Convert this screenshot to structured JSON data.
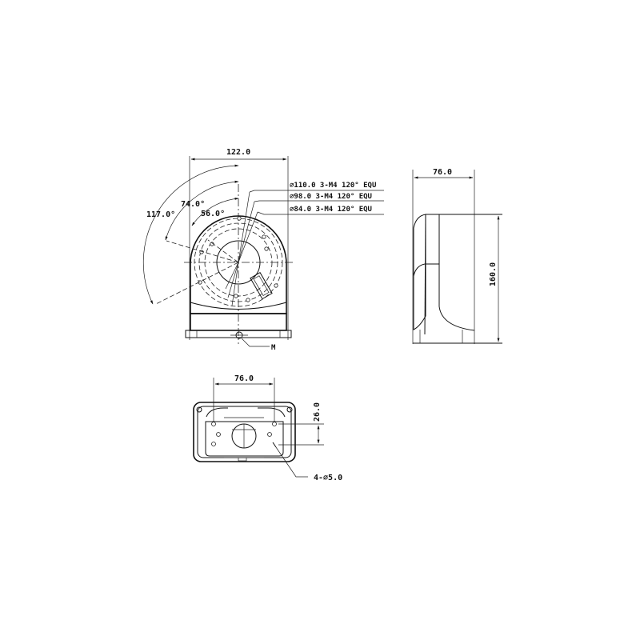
{
  "drawing": {
    "front_view": {
      "width_dimension": "122.0",
      "angle_dimensions": [
        "117.0°",
        "74.0°",
        "56.0°"
      ],
      "hole_callouts": [
        "∅110.0  3-M4  120° EQU",
        "∅98.0  3-M4  120° EQU",
        "∅84.0  3-M4  120° EQU"
      ],
      "bottom_label": "M"
    },
    "side_view": {
      "depth_dimension": "76.0",
      "height_dimension": "160.0"
    },
    "bottom_view": {
      "hole_spacing_dimension": "76.0",
      "vertical_offset_dimension": "26.0",
      "hole_callout": "4-∅5.0"
    }
  }
}
